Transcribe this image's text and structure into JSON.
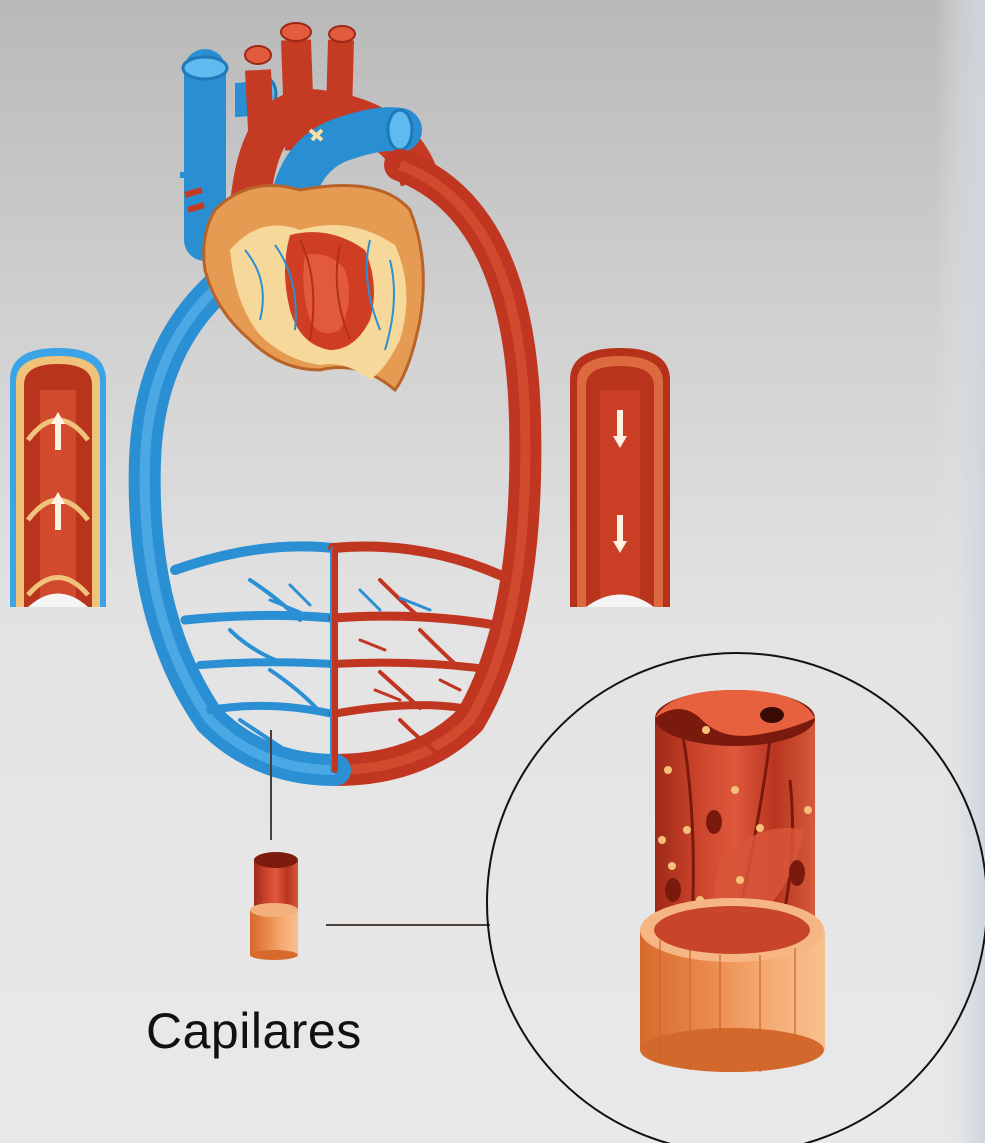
{
  "diagram": {
    "caption": "Capilares",
    "colors": {
      "vein": "#2f9ad9",
      "artery": "#c33a24",
      "capillary_light": "#f0a25c",
      "background": "#e3e3e3"
    },
    "icons": [
      "heart-icon",
      "vein-section",
      "artery-section",
      "capillary-small",
      "capillary-zoom"
    ]
  }
}
